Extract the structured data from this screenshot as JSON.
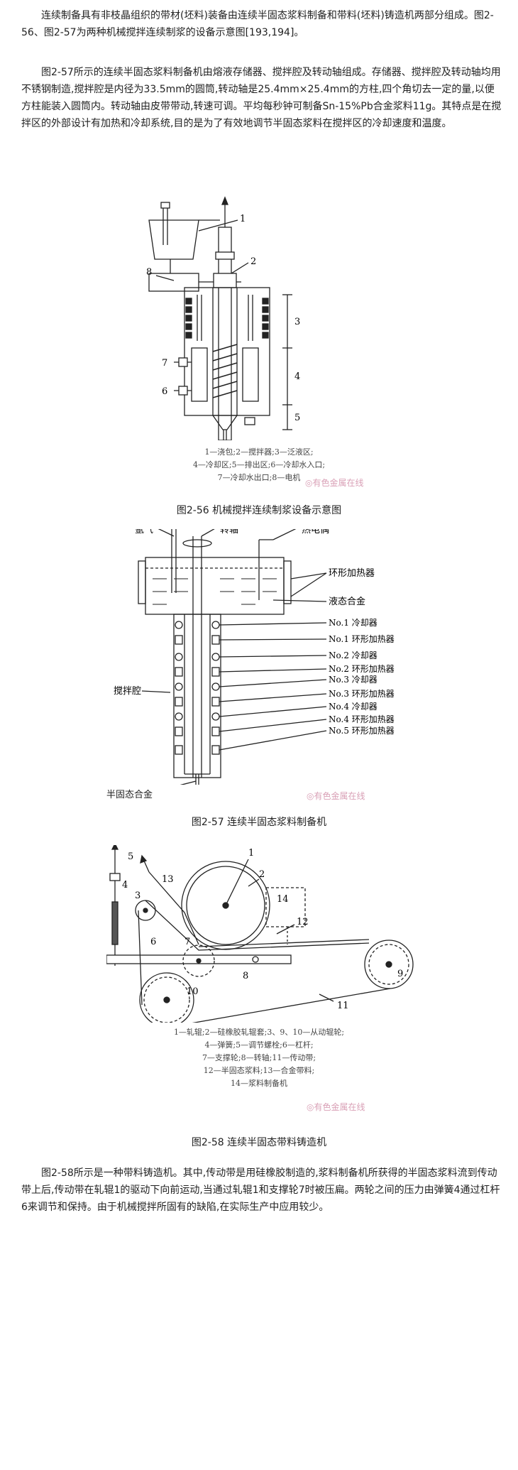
{
  "paragraphs": {
    "p1": "连续制备具有非枝晶组织的带材(坯料)装备由连续半固态浆料制备和带料(坯料)铸造机两部分组成。图2-56、图2-57为两种机械搅拌连续制浆的设备示意图[193,194]。",
    "p2": "图2-57所示的连续半固态浆料制备机由熔液存储器、搅拌腔及转动轴组成。存储器、搅拌腔及转动轴均用不锈钢制造,搅拌腔是内径为33.5mm的圆筒,转动轴是25.4mm×25.4mm的方柱,四个角切去一定的量,以便方柱能装入圆筒内。转动轴由皮带带动,转速可调。平均每秒钟可制备Sn-15%Pb合金浆料11g。其特点是在搅拌区的外部设计有加热和冷却系统,目的是为了有效地调节半固态浆料在搅拌区的冷却速度和温度。",
    "p3": "图2-58所示是一种带料铸造机。其中,传动带是用硅橡胶制造的,浆料制备机所获得的半固态浆料流到传动带上后,传动带在轧辊1的驱动下向前运动,当通过轧辊1和支撑轮7时被压扁。两轮之间的压力由弹簧4通过杠杆6来调节和保持。由于机械搅拌所固有的缺陷,在实际生产中应用较少。"
  },
  "fig56": {
    "caption": "图2-56 机械搅拌连续制浆设备示意图",
    "numbers": [
      "1",
      "2",
      "3",
      "4",
      "5",
      "6",
      "7",
      "8"
    ],
    "legend": [
      "1—浇包;2—搅拌器;3—泛液区;",
      "4—冷却区;5—排出区;6—冷却水入口;",
      "7—冷却水出口;8—电机"
    ]
  },
  "fig57": {
    "caption": "图2-57 连续半固态浆料制备机",
    "labels": {
      "argon": "氩气",
      "shaft": "转轴",
      "thermocouple": "热电偶",
      "ring_heater": "环形加热器",
      "liquid_alloy": "液态合金",
      "cooler1": "No.1 冷却器",
      "heater1": "No.1 环形加热器",
      "cooler2": "No.2 冷却器",
      "heater2": "No.2 环形加热器",
      "cooler3": "No.3 冷却器",
      "heater3": "No.3 环形加热器",
      "cooler4": "No.4 冷却器",
      "heater4": "No.4 环形加热器",
      "heater5": "No.5 环形加热器",
      "stir_chamber": "搅拌腔",
      "semi_solid": "半固态合金"
    }
  },
  "fig58": {
    "caption": "图2-58 连续半固态带料铸造机",
    "numbers": [
      "1",
      "2",
      "3",
      "4",
      "5",
      "6",
      "7",
      "8",
      "9",
      "10",
      "11",
      "12",
      "13",
      "14"
    ],
    "legend": [
      "1—轧辊;2—硅橡胶轧辊套;3、9、10—从动辊轮;",
      "4—弹簧;5—调节螺栓;6—杠杆;",
      "7—支撑轮;8—转轴;11—传动带;",
      "12—半固态浆料;13—合金带料;",
      "14—浆料制备机"
    ]
  },
  "watermark": "有色金属在线"
}
